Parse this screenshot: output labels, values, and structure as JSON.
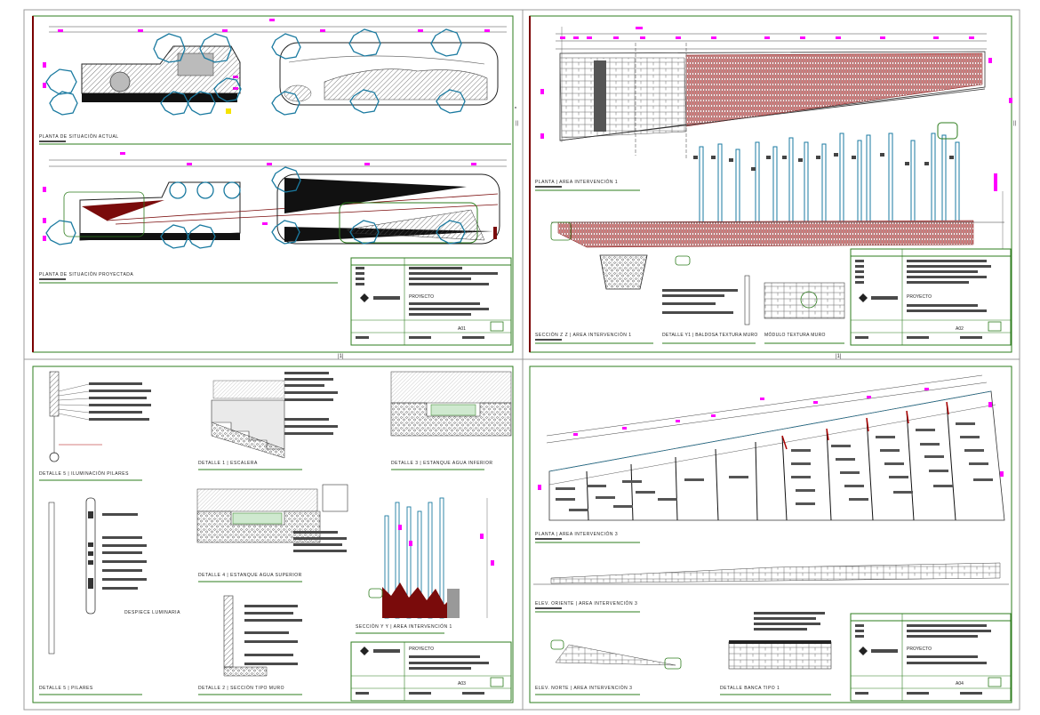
{
  "colors": {
    "frame": "#9b9b9b",
    "sheet_border": "#2e7d1e",
    "title_bar": "#7a0000",
    "magenta_tags": "#ff00ff",
    "tree_symbols": "#1a7aa0",
    "brick_hatch": "#7a0b0b",
    "text_blocks": "#4a4a4a"
  },
  "sheets": [
    {
      "sheet_no": "A01",
      "drawings": [
        {
          "title": "PLANTA DE SITUACIÓN ACTUAL"
        },
        {
          "title": "PLANTA DE SITUACIÓN PROYECTADA"
        }
      ],
      "title_block": {
        "project_label": "PROYECTO"
      }
    },
    {
      "sheet_no": "A02",
      "drawings": [
        {
          "title": "PLANTA | AREA INTERVENCIÓN 1"
        },
        {
          "title": "SECCIÓN Z Z | AREA INTERVENCIÓN 1"
        },
        {
          "title": "DETALLE Y1 | BALDOSA TEXTURA MURO"
        },
        {
          "title": "MÓDULO TEXTURA MURO"
        }
      ],
      "title_block": {
        "project_label": "PROYECTO"
      }
    },
    {
      "sheet_no": "A03",
      "drawings": [
        {
          "title": "DETALLE 5 | ILUMINACIÓN PILARES"
        },
        {
          "title": "DETALLE 1 | ESCALERA"
        },
        {
          "title": "DETALLE 3 | ESTANQUE AGUA INFERIOR"
        },
        {
          "title": "DETALLE 4 | ESTANQUE AGUA SUPERIOR"
        },
        {
          "title": "DETALLE 5 | PILARES"
        },
        {
          "title": "DETALLE 2 | SECCIÓN TIPO MURO"
        },
        {
          "title": "SECCIÓN Y Y | AREA INTERVENCIÓN 1"
        },
        {
          "title": "DESPIECE LUMINARIA"
        }
      ],
      "title_block": {
        "project_label": "PROYECTO"
      }
    },
    {
      "sheet_no": "A04",
      "drawings": [
        {
          "title": "PLANTA | AREA INTERVENCIÓN 3"
        },
        {
          "title": "ELEV. ORIENTE | AREA INTERVENCIÓN 3"
        },
        {
          "title": "ELEV. NORTE | AREA INTERVENCIÓN 3"
        },
        {
          "title": "DETALLE BANCA TIPO 1"
        }
      ],
      "title_block": {
        "project_label": "PROYECTO"
      }
    }
  ]
}
